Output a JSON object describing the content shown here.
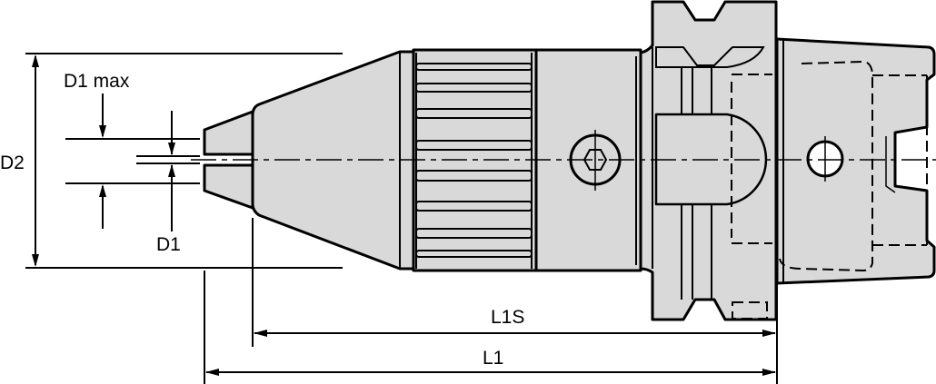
{
  "diagram": {
    "title": "Tool holder with drill chuck - dimension drawing",
    "colors": {
      "body_fill": "#d9d9d9",
      "line": "#000000",
      "background": "#ffffff"
    },
    "dimensions": {
      "d1_max": "D1 max",
      "d1": "D1",
      "d2": "D2",
      "l1s": "L1S",
      "l1": "L1"
    },
    "parts": [
      "collet-nose",
      "cone-body",
      "knurled-chuck-sleeve",
      "chuck-body-with-hex-screw",
      "flange-with-v-groove",
      "hsk-taper-shank"
    ]
  }
}
